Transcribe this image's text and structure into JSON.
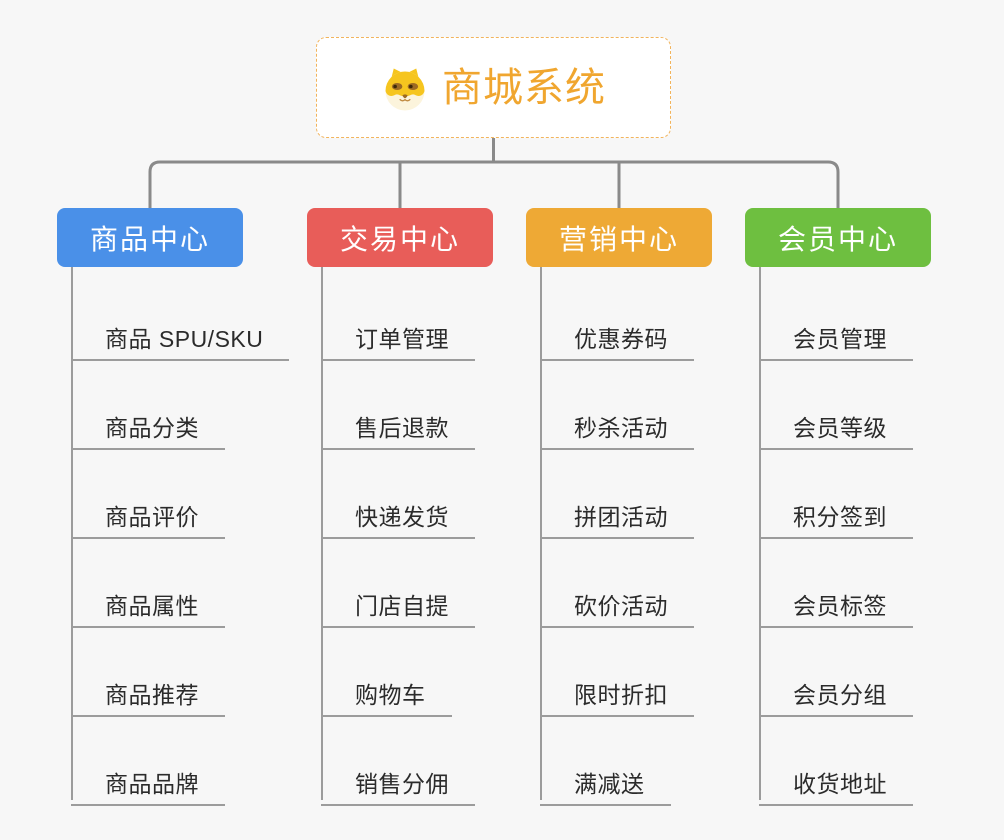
{
  "root": {
    "title": "商城系统",
    "icon": "dog-face-icon"
  },
  "branches": [
    {
      "id": "product-center",
      "label": "商品中心",
      "color": "#4A90E8",
      "items": [
        "商品 SPU/SKU",
        "商品分类",
        "商品评价",
        "商品属性",
        "商品推荐",
        "商品品牌"
      ]
    },
    {
      "id": "trade-center",
      "label": "交易中心",
      "color": "#E85D59",
      "items": [
        "订单管理",
        "售后退款",
        "快递发货",
        "门店自提",
        "购物车",
        "销售分佣"
      ]
    },
    {
      "id": "marketing-center",
      "label": "营销中心",
      "color": "#EEA935",
      "items": [
        "优惠券码",
        "秒杀活动",
        "拼团活动",
        "砍价活动",
        "限时折扣",
        "满减送"
      ]
    },
    {
      "id": "member-center",
      "label": "会员中心",
      "color": "#6EBF40",
      "items": [
        "会员管理",
        "会员等级",
        "积分签到",
        "会员标签",
        "会员分组",
        "收货地址"
      ]
    }
  ],
  "colors": {
    "background": "#F7F7F7",
    "root_accent": "#F0A62F",
    "root_border": "#F2B45C",
    "connector": "#8A8A8A",
    "underline": "#9C9C9C",
    "item_text": "#2B2B2B"
  }
}
